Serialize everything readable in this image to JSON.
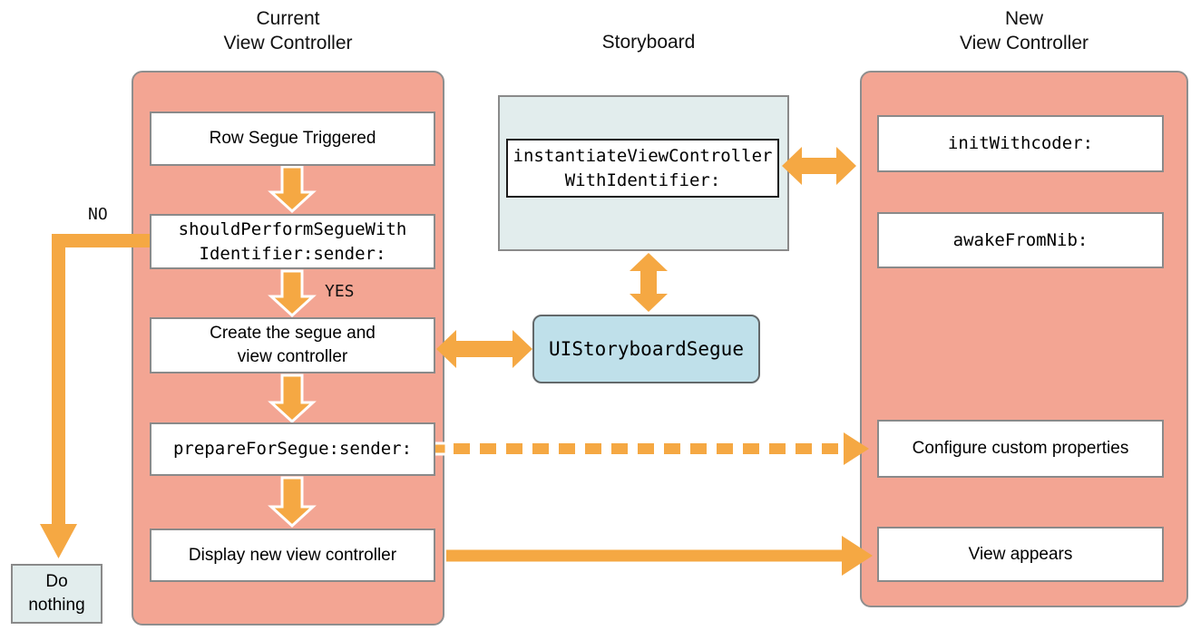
{
  "diagram": {
    "current": {
      "title": "Current\nView Controller",
      "steps": [
        {
          "label": "Row Segue Triggered"
        },
        {
          "label": "shouldPerformSegueWith\nIdentifier:sender:"
        },
        {
          "label": "Create the segue and\nview controller"
        },
        {
          "label": "prepareForSegue:sender:"
        },
        {
          "label": "Display new view controller"
        }
      ]
    },
    "storyboard": {
      "title": "Storyboard",
      "method": "instantiateViewController\nWithIdentifier:",
      "segue_class": "UIStoryboardSegue"
    },
    "new": {
      "title": "New\nView Controller",
      "steps": [
        {
          "label": "initWithcoder:"
        },
        {
          "label": "awakeFromNib:"
        },
        {
          "label": "Configure custom properties"
        },
        {
          "label": "View appears"
        }
      ]
    },
    "branches": {
      "no_label": "NO",
      "yes_label": "YES",
      "do_nothing": "Do\nnothing"
    }
  },
  "colors": {
    "panel_salmon": "#F3A593",
    "arrow_orange": "#F5A843",
    "segue_blue": "#BFE0EA",
    "storyboard_teal": "#E2EDED",
    "border_gray": "#8A8A8A"
  }
}
